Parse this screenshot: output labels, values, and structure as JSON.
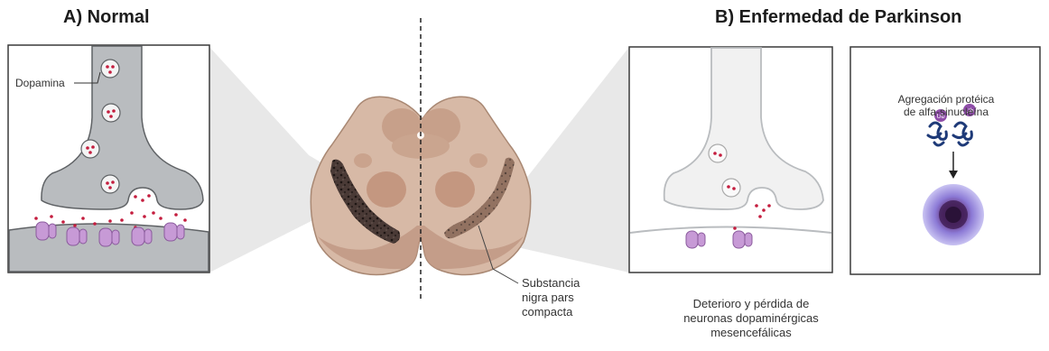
{
  "panel_a": {
    "title": "A) Normal",
    "dopamine_label": "Dopamina"
  },
  "center": {
    "structure_label_lines": [
      "Substancia",
      "nigra pars",
      "compacta"
    ]
  },
  "panel_b": {
    "title": "B) Enfermedad de Parkinson",
    "caption_lines": [
      "Deterioro y pérdida de",
      "neuronas dopaminérgicas",
      "mesencefálicas"
    ],
    "aggregation_label_lines": [
      "Agregación protéica",
      "de alfa-sinucleína"
    ],
    "ubiquitin_tag": "Ub"
  },
  "colors": {
    "neuron_normal": "#b9bcbf",
    "neuron_outline": "#5f6265",
    "neuron_pd": "#f1f1f1",
    "brain_tissue": "#d7b9a6",
    "brain_dark": "#b98f78",
    "nigra_pigment": "#3e3230",
    "receptor": "#c79ad6",
    "dopamine_dot": "#c41d3e",
    "lewy_body": "#7f66c4"
  }
}
